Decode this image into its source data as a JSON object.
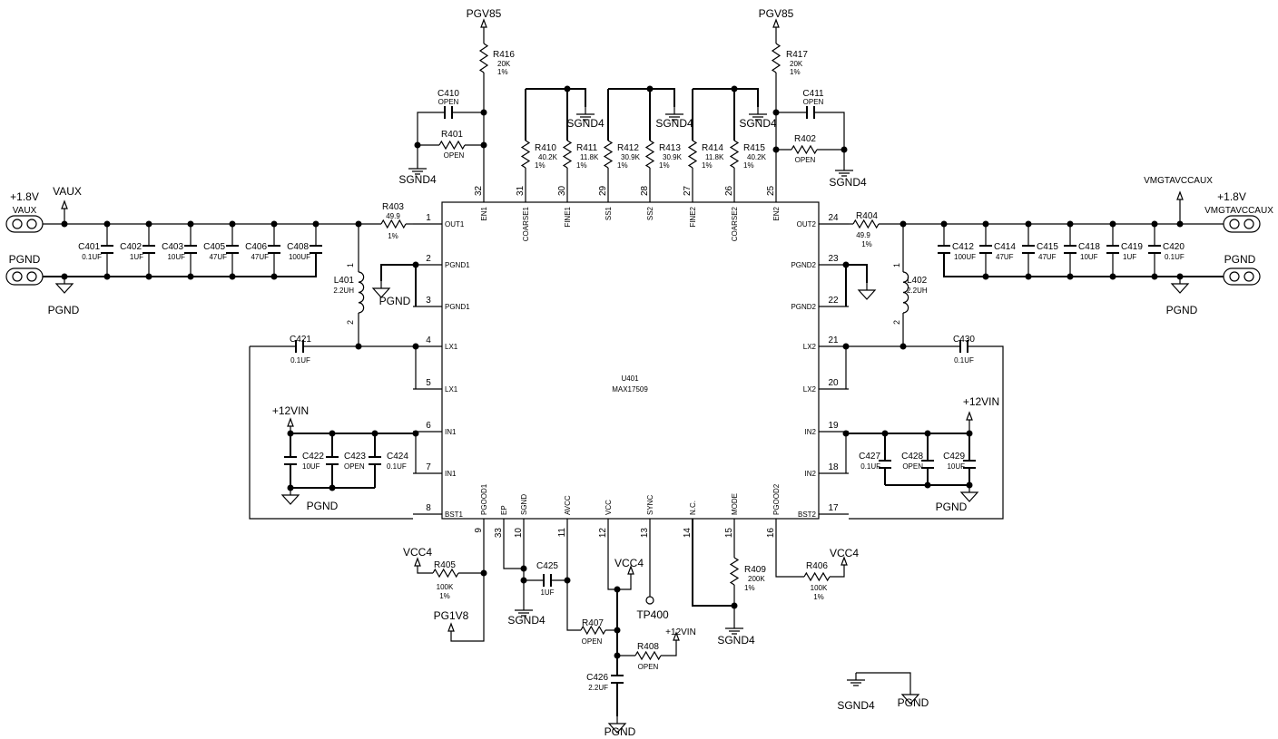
{
  "chip": {
    "ref": "U401",
    "part": "MAX17509",
    "left_pins": [
      {
        "num": "1",
        "name": "OUT1"
      },
      {
        "num": "2",
        "name": "PGND1"
      },
      {
        "num": "3",
        "name": "PGND1"
      },
      {
        "num": "4",
        "name": "LX1"
      },
      {
        "num": "5",
        "name": "LX1"
      },
      {
        "num": "6",
        "name": "IN1"
      },
      {
        "num": "7",
        "name": "IN1"
      },
      {
        "num": "8",
        "name": "BST1"
      }
    ],
    "right_pins": [
      {
        "num": "24",
        "name": "OUT2"
      },
      {
        "num": "23",
        "name": "PGND2"
      },
      {
        "num": "22",
        "name": "PGND2"
      },
      {
        "num": "21",
        "name": "LX2"
      },
      {
        "num": "20",
        "name": "LX2"
      },
      {
        "num": "19",
        "name": "IN2"
      },
      {
        "num": "18",
        "name": "IN2"
      },
      {
        "num": "17",
        "name": "BST2"
      }
    ],
    "top_pins": [
      {
        "num": "32",
        "name": "EN1"
      },
      {
        "num": "31",
        "name": "COARSE1"
      },
      {
        "num": "30",
        "name": "FINE1"
      },
      {
        "num": "29",
        "name": "SS1"
      },
      {
        "num": "28",
        "name": "SS2"
      },
      {
        "num": "27",
        "name": "FINE2"
      },
      {
        "num": "26",
        "name": "COARSE2"
      },
      {
        "num": "25",
        "name": "EN2"
      }
    ],
    "bottom_pins": [
      {
        "num": "9",
        "name": "PGOOD1"
      },
      {
        "num": "33",
        "name": "EP"
      },
      {
        "num": "10",
        "name": "SGND"
      },
      {
        "num": "11",
        "name": "AVCC"
      },
      {
        "num": "12",
        "name": "VCC"
      },
      {
        "num": "13",
        "name": "SYNC"
      },
      {
        "num": "14",
        "name": "N.C."
      },
      {
        "num": "15",
        "name": "MODE"
      },
      {
        "num": "16",
        "name": "PGOOD2"
      }
    ]
  },
  "components": [
    {
      "ref": "R416",
      "value": "20K",
      "tol": "1%"
    },
    {
      "ref": "R417",
      "value": "20K",
      "tol": "1%"
    },
    {
      "ref": "C410",
      "value": "OPEN"
    },
    {
      "ref": "R401",
      "value": "OPEN"
    },
    {
      "ref": "C411",
      "value": "OPEN"
    },
    {
      "ref": "R402",
      "value": "OPEN"
    },
    {
      "ref": "R410",
      "value": "40.2K",
      "tol": "1%"
    },
    {
      "ref": "R411",
      "value": "11.8K",
      "tol": "1%"
    },
    {
      "ref": "R412",
      "value": "30.9K",
      "tol": "1%"
    },
    {
      "ref": "R413",
      "value": "30.9K",
      "tol": "1%"
    },
    {
      "ref": "R414",
      "value": "11.8K",
      "tol": "1%"
    },
    {
      "ref": "R415",
      "value": "40.2K",
      "tol": "1%"
    },
    {
      "ref": "R403",
      "value": "49.9",
      "tol": "1%"
    },
    {
      "ref": "R404",
      "value": "49.9",
      "tol": "1%"
    },
    {
      "ref": "C401",
      "value": "0.1UF"
    },
    {
      "ref": "C402",
      "value": "1UF"
    },
    {
      "ref": "C403",
      "value": "10UF"
    },
    {
      "ref": "C405",
      "value": "47UF"
    },
    {
      "ref": "C406",
      "value": "47UF"
    },
    {
      "ref": "C408",
      "value": "100UF"
    },
    {
      "ref": "C412",
      "value": "100UF"
    },
    {
      "ref": "C414",
      "value": "47UF"
    },
    {
      "ref": "C415",
      "value": "47UF"
    },
    {
      "ref": "C418",
      "value": "10UF"
    },
    {
      "ref": "C419",
      "value": "1UF"
    },
    {
      "ref": "C420",
      "value": "0.1UF"
    },
    {
      "ref": "L401",
      "value": "2.2UH",
      "pin1": "1",
      "pin2": "2"
    },
    {
      "ref": "L402",
      "value": "2.2UH",
      "pin1": "1",
      "pin2": "2"
    },
    {
      "ref": "C421",
      "value": "0.1UF"
    },
    {
      "ref": "C430",
      "value": "0.1UF"
    },
    {
      "ref": "C422",
      "value": "10UF"
    },
    {
      "ref": "C423",
      "value": "OPEN"
    },
    {
      "ref": "C424",
      "value": "0.1UF"
    },
    {
      "ref": "C427",
      "value": "0.1UF"
    },
    {
      "ref": "C428",
      "value": "OPEN"
    },
    {
      "ref": "C429",
      "value": "10UF"
    },
    {
      "ref": "R405",
      "value": "100K",
      "tol": "1%"
    },
    {
      "ref": "R406",
      "value": "100K",
      "tol": "1%"
    },
    {
      "ref": "C425",
      "value": "1UF"
    },
    {
      "ref": "R407",
      "value": "OPEN"
    },
    {
      "ref": "R408",
      "value": "OPEN"
    },
    {
      "ref": "C426",
      "value": "2.2UF"
    },
    {
      "ref": "R409",
      "value": "200K",
      "tol": "1%"
    }
  ],
  "net_labels": [
    "PGV85",
    "PGV85",
    "SGND4",
    "SGND4",
    "SGND4",
    "SGND4",
    "SGND4",
    "+1.8V",
    "VAUX",
    "VAUX",
    "PGND",
    "PGND",
    "PGND",
    "VMGTAVCCAUX",
    "+1.8V",
    "VMGTAVCCAUX",
    "PGND",
    "PGND",
    "+12VIN",
    "PGND",
    "+12VIN",
    "PGND",
    "VCC4",
    "PG1V8",
    "SGND4",
    "VCC4",
    "TP400",
    "+12VIN",
    "PGND",
    "SGND4",
    "VCC4",
    "SGND4",
    "PGND"
  ]
}
